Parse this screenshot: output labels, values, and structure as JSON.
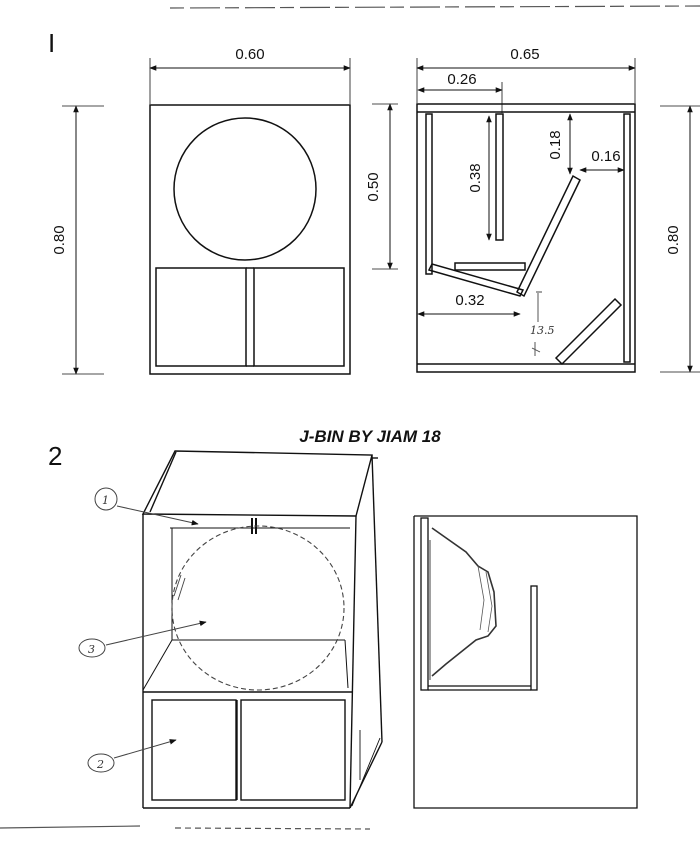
{
  "sections": {
    "one_label": "I",
    "two_label": "2"
  },
  "title": "J-BIN BY JIAM 18",
  "front_view": {
    "width": "0.60",
    "height": "0.80",
    "opening": "0.50"
  },
  "side_view": {
    "depth": "0.65",
    "offset": "0.26",
    "baffle": "0.38",
    "gap_vertical": "0.18",
    "gap_horizontal": "0.16",
    "bottom_run": "0.32",
    "height": "0.80",
    "handwritten_note": "13.5"
  },
  "callouts": [
    "1",
    "2",
    "3"
  ]
}
